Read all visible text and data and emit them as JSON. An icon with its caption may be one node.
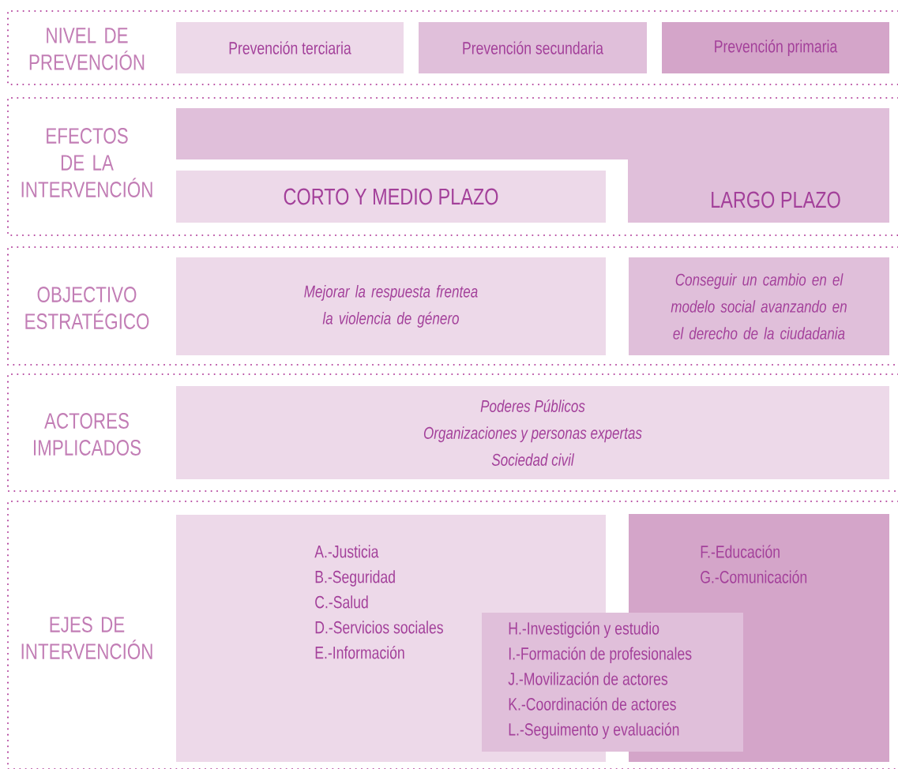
{
  "diagram": {
    "nodes": [
      {
        "text": [
          "NIVEL DE PREVENCIÓN"
        ]
      },
      {
        "text": [
          "Prevención terciaria"
        ],
        "in": 0
      },
      {
        "text": [
          "Prevención secundaria"
        ],
        "in": 0
      },
      {
        "text": [
          "Prevención primaria"
        ],
        "in": 0
      },
      {
        "text": [
          "EFECTOS DE LA INTERVENCIÓN"
        ]
      },
      {
        "text": [
          "CORTO Y MEDIO PLAZO"
        ],
        "in": 4
      },
      {
        "text": [
          "LARGO PLAZO"
        ],
        "in": 4
      },
      {
        "text": [
          "OBJECTIVO ESTRATÉGICO"
        ]
      },
      {
        "text": [
          "Mejorar la respuesta frentea la violencia de género"
        ],
        "in": 7
      },
      {
        "text": [
          "Conseguir un cambio en el modelo social avanzando en el derecho de la ciudadania"
        ],
        "in": 7
      },
      {
        "text": [
          "ACTORES IMPLICADOS"
        ]
      },
      {
        "text": [
          "Poderes Públicos",
          "Organizaciones y personas expertas",
          "Sociedad civil"
        ],
        "in": 10
      },
      {
        "text": [
          "EJES DE INTERVENCIÓN"
        ]
      },
      {
        "text": [
          "A.-Justicia",
          "B.-Seguridad",
          "C.-Salud",
          "D.-Servicios sociales",
          "E.-Información"
        ],
        "in": 12
      },
      {
        "text": [
          "F.-Educación",
          "G.-Comunicación"
        ],
        "in": 12
      },
      {
        "text": [
          "H.-Investigción y estudio",
          "I.-Formación de profesionales",
          "J.-Movilización de actores",
          "K.-Coordinación de actores",
          "L.-Seguimento y evaluación"
        ],
        "in": 12
      }
    ]
  }
}
